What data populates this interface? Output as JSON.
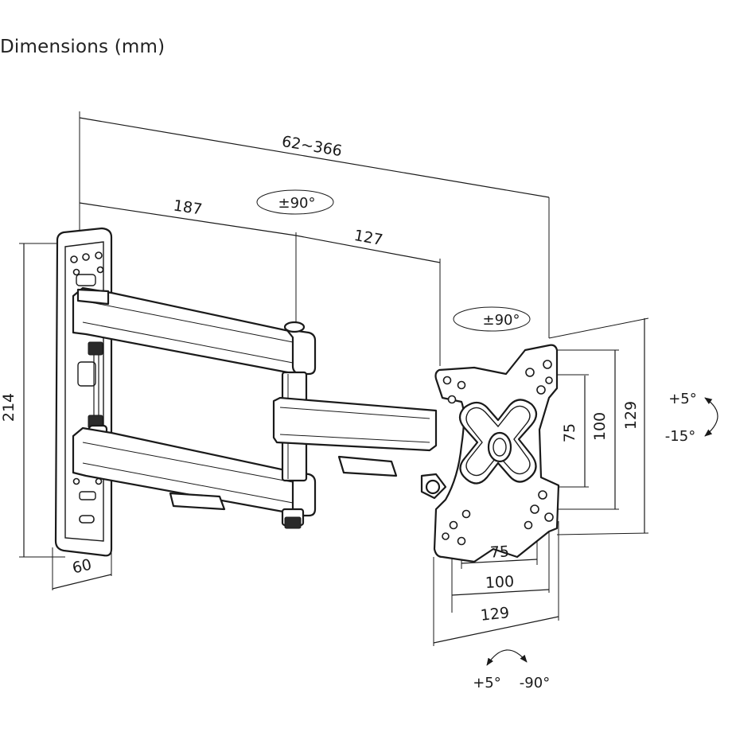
{
  "title": "Dimensions (mm)",
  "dimensions": {
    "extension": "62~366",
    "arm_length_1": "187",
    "arm_length_2": "127",
    "wall_plate_height": "214",
    "wall_plate_depth": "60",
    "vesa_inner_v": "75",
    "vesa_mid_v": "100",
    "vesa_outer_v": "129",
    "vesa_inner_h": "75",
    "vesa_mid_h": "100",
    "vesa_outer_h": "129"
  },
  "angles": {
    "swivel_arm": "±90°",
    "swivel_head": "±90°",
    "tilt_up": "+5°",
    "tilt_down": "-15°",
    "rotate_cw": "+5°",
    "rotate_ccw": "-90°"
  }
}
